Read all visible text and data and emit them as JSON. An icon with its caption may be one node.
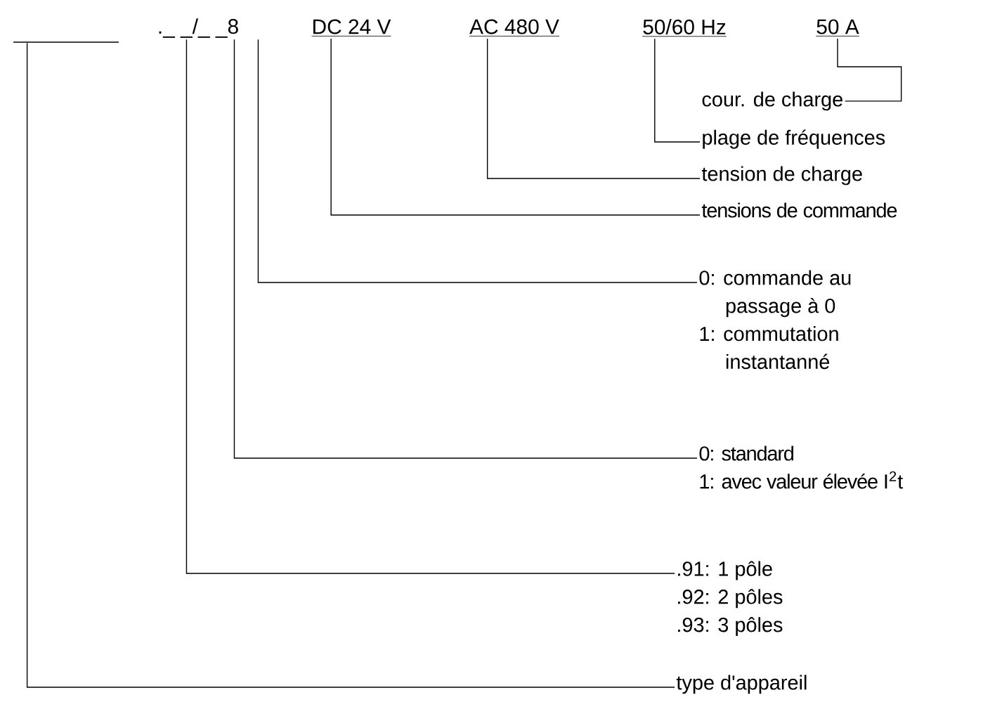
{
  "diagram": {
    "nodes": [
      {
        "text": [],
        "shape": "bar"
      },
      {
        "text": [
          "._ _/_ _8"
        ]
      },
      {
        "text": [
          "DC 24 V"
        ]
      },
      {
        "text": [
          "AC 480 V"
        ]
      },
      {
        "text": [
          "50/60 Hz"
        ]
      },
      {
        "text": [
          "50 A"
        ]
      },
      {
        "text": [
          "cour. de charge"
        ]
      },
      {
        "text": [
          "plage de fréquences"
        ]
      },
      {
        "text": [
          "tension de charge"
        ]
      },
      {
        "text": [
          "tensions de commande"
        ]
      },
      {
        "text": [
          "0: commande au passage à 0",
          "1: commutation instantanné"
        ]
      },
      {
        "text": [
          "0: standard",
          "1: avec valeur élevée I$^{2}$t"
        ]
      },
      {
        "text": [
          ".91: 1 pôle",
          ".92: 2 pôles",
          ".93: 3 pôles"
        ]
      },
      {
        "text": [
          "type d'appareil"
        ]
      }
    ],
    "edges": [
      {
        "from": 5,
        "to": 6,
        "arrow": "none"
      },
      {
        "from": 4,
        "to": 7,
        "arrow": "none"
      },
      {
        "from": 3,
        "to": 8,
        "arrow": "none"
      },
      {
        "from": 2,
        "to": 9,
        "arrow": "none"
      },
      {
        "from": 1,
        "to": 10,
        "arrow": "none"
      },
      {
        "from": 1,
        "to": 11,
        "arrow": "none"
      },
      {
        "from": 1,
        "to": 12,
        "arrow": "none"
      },
      {
        "from": 0,
        "to": 13,
        "arrow": "none"
      }
    ]
  }
}
